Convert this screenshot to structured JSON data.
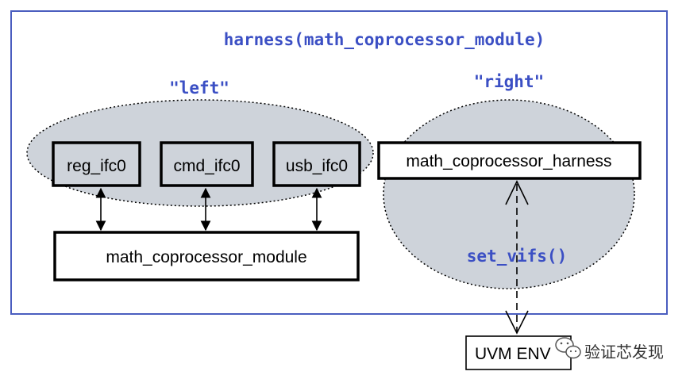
{
  "diagram": {
    "title": "harness(math_coprocessor_module)",
    "left_group_label": "\"left\"",
    "right_group_label": "\"right\"",
    "interfaces": [
      "reg_ifc0",
      "cmd_ifc0",
      "usb_ifc0"
    ],
    "module_label": "math_coprocessor_module",
    "harness_label": "math_coprocessor_harness",
    "set_vifs_label": "set_vifs()",
    "env_label": "UVM ENV",
    "watermark_text": "验证芯发现",
    "colors": {
      "frame": "#4a5dbf",
      "label_blue": "#3b4fc4",
      "ellipse_fill": "#ced3da",
      "box_stroke": "#000000"
    }
  }
}
